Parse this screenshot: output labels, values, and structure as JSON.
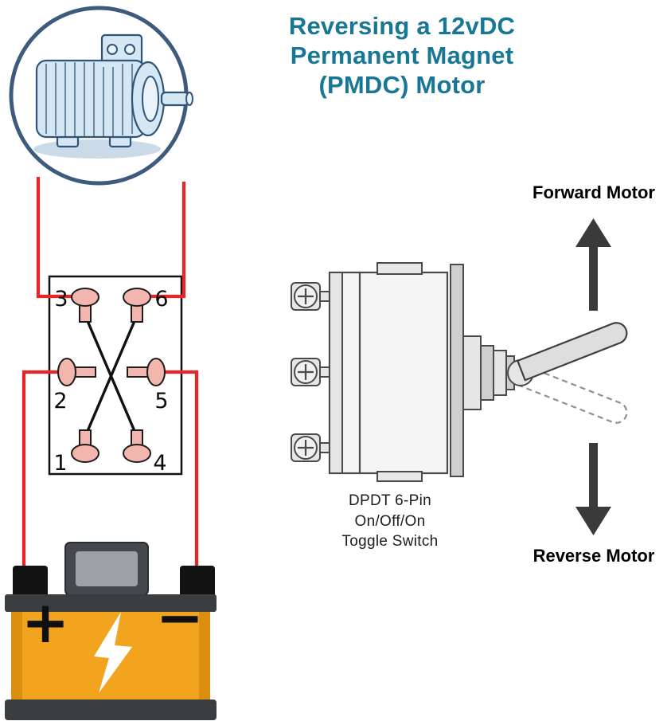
{
  "title": {
    "line1": "Reversing a 12vDC",
    "line2": "Permanent Magnet",
    "line3": "(PMDC) Motor"
  },
  "directions": {
    "forward": "Forward Motor",
    "reverse": "Reverse Motor"
  },
  "toggle_switch_label": {
    "line1": "DPDT 6-Pin",
    "line2": "On/Off/On",
    "line3": "Toggle Switch"
  },
  "switch_terminals": {
    "t1": "1",
    "t2": "2",
    "t3": "3",
    "t4": "4",
    "t5": "5",
    "t6": "6"
  },
  "battery": {
    "plus": "+",
    "minus": "−"
  },
  "icons": {
    "motor": "electric-motor-icon",
    "lightning": "lightning-bolt-icon",
    "forward_arrow": "up-arrow-icon",
    "reverse_arrow": "down-arrow-icon"
  },
  "colors": {
    "title_color": "#187795",
    "wire_color": "#E8262A",
    "badge_ring": "#3D5B7D",
    "motor_fill": "#D6E7F4",
    "motor_stroke": "#2E5577",
    "screw_fill": "#F2B6AE",
    "battery_body": "#F2A41F",
    "battery_dark": "#3A3E41",
    "arrow_color": "#3A3A3A",
    "switch_gray": "#4A4A4A"
  }
}
